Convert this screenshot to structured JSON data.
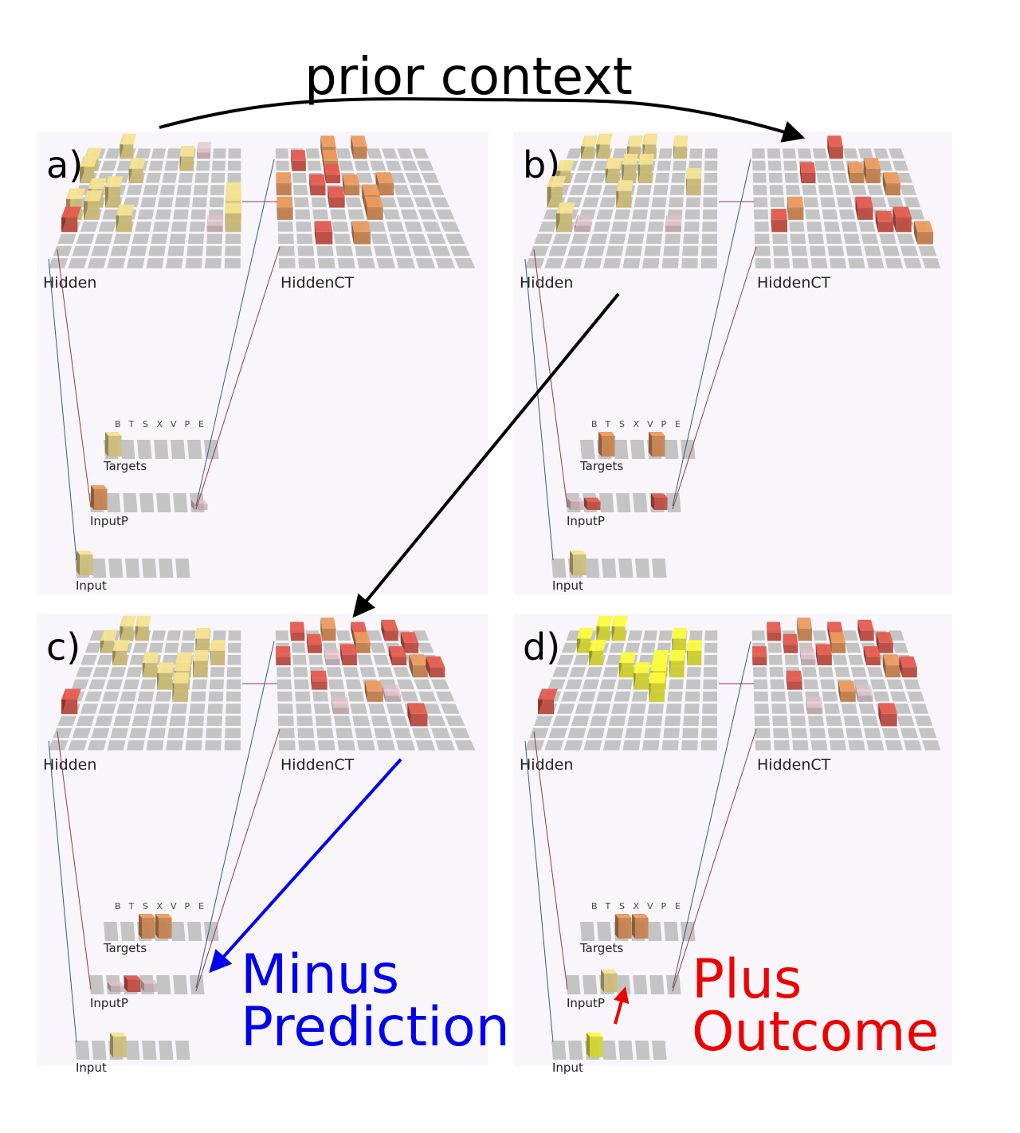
{
  "title": "prior context",
  "label_hidden": "Hidden",
  "label_hiddenct": "HiddenCT",
  "label_targets": "Targets",
  "label_inputp": "InputP",
  "label_input": "Input",
  "target_letters": [
    "B",
    "T",
    "S",
    "X",
    "V",
    "P",
    "E"
  ],
  "minus_line1": "Minus",
  "minus_line2": "Prediction",
  "plus_line1": "Plus",
  "plus_line2": "Outcome",
  "colors": {
    "panel_bg": "#f8f6fa",
    "grid_cell": "#c4c4c4",
    "minus": "#0000ee",
    "plus": "#ee0000",
    "arrow": "#000000",
    "warm_yellow": "#e8d68a",
    "bright_yellow": "#f0ef3a",
    "orange": "#e0935a",
    "red": "#d9574a"
  },
  "panels": [
    {
      "letter": "a)",
      "hidden": [
        [
          2,
          0,
          "y",
          0.7
        ],
        [
          0,
          1,
          "y",
          0.6
        ],
        [
          7,
          0,
          "n",
          0.3
        ],
        [
          6,
          1,
          "y",
          0.7
        ],
        [
          0,
          2,
          "y",
          0.8
        ],
        [
          3,
          2,
          "y",
          0.7
        ],
        [
          1,
          4,
          "y",
          0.9
        ],
        [
          2,
          4,
          "y",
          1
        ],
        [
          0,
          5,
          "y",
          1
        ],
        [
          1,
          5,
          "y",
          0.9
        ],
        [
          9,
          4,
          "y",
          0.7
        ],
        [
          9,
          5,
          "y",
          0.9
        ],
        [
          9,
          6,
          "y",
          0.9
        ],
        [
          3,
          6,
          "y",
          0.8
        ],
        [
          0,
          6,
          "r",
          0.7
        ],
        [
          8,
          6,
          "n",
          0.3
        ]
      ],
      "hiddenct": [
        [
          3,
          0,
          "o",
          0.6
        ],
        [
          5,
          0,
          "o",
          0.6
        ],
        [
          1,
          1,
          "r",
          0.5
        ],
        [
          3,
          1,
          "o",
          0.5
        ],
        [
          3,
          2,
          "r",
          0.4
        ],
        [
          0,
          3,
          "o",
          0.6
        ],
        [
          2,
          3,
          "r",
          0.5
        ],
        [
          4,
          3,
          "o",
          0.5
        ],
        [
          6,
          3,
          "o",
          0.6
        ],
        [
          3,
          4,
          "r",
          0.5
        ],
        [
          5,
          4,
          "o",
          0.6
        ],
        [
          0,
          5,
          "o",
          0.6
        ],
        [
          5,
          5,
          "o",
          0.6
        ],
        [
          2,
          7,
          "r",
          0.6
        ],
        [
          4,
          7,
          "o",
          0.6
        ]
      ],
      "targets": [
        [
          0,
          "y",
          1
        ]
      ],
      "inputp": [
        [
          0,
          "o",
          1
        ],
        [
          6,
          "n",
          0.3
        ]
      ],
      "input": [
        [
          0,
          "y",
          1
        ]
      ]
    },
    {
      "letter": "b)",
      "hidden": [
        [
          1,
          0,
          "y",
          0.6
        ],
        [
          2,
          0,
          "y",
          0.7
        ],
        [
          4,
          0,
          "y",
          0.6
        ],
        [
          5,
          0,
          "y",
          0.7
        ],
        [
          7,
          0,
          "y",
          0.6
        ],
        [
          0,
          2,
          "y",
          0.6
        ],
        [
          3,
          2,
          "y",
          0.7
        ],
        [
          4,
          2,
          "y",
          0.9
        ],
        [
          5,
          2,
          "y",
          0.9
        ],
        [
          8,
          3,
          "y",
          0.8
        ],
        [
          0,
          4,
          "y",
          1
        ],
        [
          4,
          4,
          "y",
          0.8
        ],
        [
          1,
          6,
          "y",
          0.9
        ],
        [
          2,
          6,
          "n",
          0.3
        ],
        [
          7,
          6,
          "n",
          0.3
        ]
      ],
      "hiddenct": [
        [
          5,
          0,
          "r",
          0.6
        ],
        [
          6,
          2,
          "o",
          0.5
        ],
        [
          7,
          2,
          "o",
          0.7
        ],
        [
          3,
          2,
          "r",
          0.5
        ],
        [
          8,
          3,
          "o",
          0.6
        ],
        [
          2,
          5,
          "o",
          0.6
        ],
        [
          6,
          5,
          "r",
          0.6
        ],
        [
          1,
          6,
          "r",
          0.6
        ],
        [
          7,
          6,
          "r",
          0.5
        ],
        [
          8,
          6,
          "r",
          0.7
        ],
        [
          9,
          7,
          "o",
          0.6
        ]
      ],
      "targets": [
        [
          1,
          "o",
          1
        ],
        [
          4,
          "o",
          1
        ]
      ],
      "inputp": [
        [
          0,
          "n",
          0.4
        ],
        [
          1,
          "r",
          0.4
        ],
        [
          5,
          "r",
          0.6
        ]
      ],
      "input": [
        [
          1,
          "y",
          1
        ]
      ]
    },
    {
      "letter": "c)",
      "hidden": [
        [
          2,
          0,
          "y",
          0.7
        ],
        [
          3,
          0,
          "y",
          0.7
        ],
        [
          1,
          1,
          "y",
          0.6
        ],
        [
          7,
          1,
          "y",
          0.7
        ],
        [
          2,
          2,
          "y",
          0.7
        ],
        [
          4,
          3,
          "y",
          0.7
        ],
        [
          6,
          3,
          "y",
          0.7
        ],
        [
          7,
          3,
          "y",
          0.8
        ],
        [
          8,
          2,
          "y",
          0.7
        ],
        [
          5,
          4,
          "y",
          0.8
        ],
        [
          6,
          4,
          "y",
          0.9
        ],
        [
          6,
          5,
          "y",
          0.9
        ],
        [
          0,
          6,
          "r",
          0.7
        ]
      ],
      "hiddenct": [
        [
          1,
          0,
          "r",
          0.4
        ],
        [
          3,
          0,
          "o",
          0.6
        ],
        [
          5,
          0,
          "r",
          0.4
        ],
        [
          7,
          0,
          "r",
          0.5
        ],
        [
          2,
          1,
          "r",
          0.4
        ],
        [
          5,
          1,
          "o",
          0.5
        ],
        [
          8,
          1,
          "r",
          0.5
        ],
        [
          0,
          2,
          "r",
          0.4
        ],
        [
          3,
          2,
          "n",
          0.3
        ],
        [
          4,
          2,
          "r",
          0.5
        ],
        [
          7,
          2,
          "r",
          0.4
        ],
        [
          8,
          3,
          "o",
          0.6
        ],
        [
          2,
          4,
          "r",
          0.4
        ],
        [
          9,
          3,
          "r",
          0.5
        ],
        [
          5,
          5,
          "o",
          0.5
        ],
        [
          6,
          5,
          "n",
          0.3
        ],
        [
          3,
          6,
          "n",
          0.3
        ],
        [
          7,
          7,
          "r",
          0.6
        ]
      ],
      "targets": [
        [
          2,
          "o",
          1
        ],
        [
          3,
          "o",
          1
        ]
      ],
      "inputp": [
        [
          1,
          "n",
          0.3
        ],
        [
          2,
          "r",
          0.6
        ],
        [
          3,
          "n",
          0.4
        ]
      ],
      "input": [
        [
          2,
          "y",
          1
        ]
      ]
    },
    {
      "letter": "d)",
      "hidden": [
        [
          2,
          0,
          "b",
          0.7
        ],
        [
          3,
          0,
          "b",
          0.7
        ],
        [
          1,
          1,
          "b",
          0.7
        ],
        [
          7,
          1,
          "b",
          0.7
        ],
        [
          2,
          2,
          "b",
          0.7
        ],
        [
          4,
          3,
          "b",
          0.7
        ],
        [
          6,
          3,
          "b",
          0.8
        ],
        [
          7,
          3,
          "b",
          0.8
        ],
        [
          8,
          2,
          "b",
          0.7
        ],
        [
          5,
          4,
          "b",
          0.8
        ],
        [
          6,
          4,
          "b",
          0.9
        ],
        [
          6,
          5,
          "b",
          0.9
        ],
        [
          0,
          6,
          "r",
          0.7
        ]
      ],
      "hiddenct": [
        [
          1,
          0,
          "r",
          0.4
        ],
        [
          3,
          0,
          "o",
          0.6
        ],
        [
          5,
          0,
          "r",
          0.4
        ],
        [
          7,
          0,
          "r",
          0.5
        ],
        [
          2,
          1,
          "r",
          0.4
        ],
        [
          5,
          1,
          "o",
          0.5
        ],
        [
          8,
          1,
          "r",
          0.5
        ],
        [
          0,
          2,
          "r",
          0.4
        ],
        [
          3,
          2,
          "n",
          0.3
        ],
        [
          4,
          2,
          "r",
          0.5
        ],
        [
          7,
          2,
          "r",
          0.4
        ],
        [
          8,
          3,
          "o",
          0.6
        ],
        [
          2,
          4,
          "r",
          0.4
        ],
        [
          9,
          3,
          "r",
          0.5
        ],
        [
          5,
          5,
          "o",
          0.5
        ],
        [
          6,
          5,
          "n",
          0.3
        ],
        [
          3,
          6,
          "n",
          0.3
        ],
        [
          7,
          7,
          "r",
          0.6
        ]
      ],
      "targets": [
        [
          2,
          "o",
          1
        ],
        [
          3,
          "o",
          1
        ]
      ],
      "inputp": [
        [
          2,
          "y",
          0.9
        ]
      ],
      "input": [
        [
          2,
          "b",
          1
        ]
      ]
    }
  ]
}
